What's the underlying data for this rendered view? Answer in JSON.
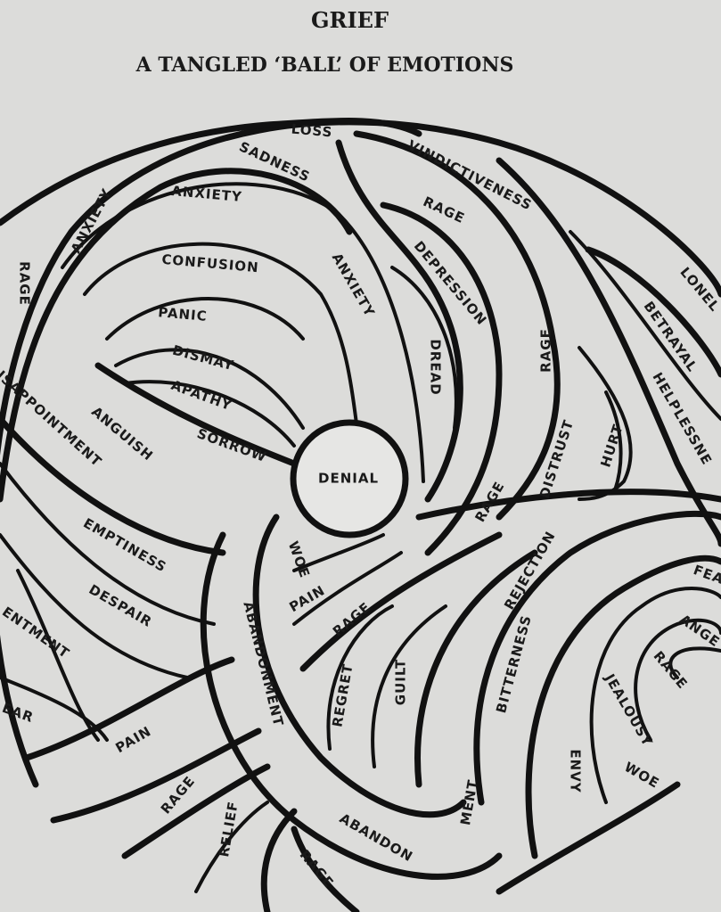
{
  "title": "GRIEF",
  "subtitle": "A TANGLED ‘BALL’ OF EMOTIONS",
  "labels": [
    "LOSS",
    "SADNESS",
    "VINDICTIVENESS",
    "ANXIETY",
    "ANXIETY",
    "RAGE",
    "RAGE",
    "CONFUSION",
    "ANXIETY",
    "DEPRESSION",
    "LONEL",
    "PANIC",
    "BETRAYAL",
    "DISMAY",
    "RAGE",
    "DREAD",
    "APATHY",
    "HELPLESSNE",
    "ISAPPOINTMENT",
    "ANGUISH",
    "SORROW",
    "DISTRUST",
    "HURT",
    "DENIAL",
    "RAGE",
    "EMPTINESS",
    "REJECTION",
    "WOE",
    "FEA",
    "PAIN",
    "DESPAIR",
    "ENTMENT",
    "ANGE",
    "RAGE",
    "ABANDONMENT",
    "RAGE",
    "BITTERNESS",
    "REGRET",
    "GUILT",
    "JEALOUSY",
    "EAR",
    "PAIN",
    "ENVY",
    "WOE",
    "MENT",
    "RAGE",
    "ABANDON",
    "RELIEF",
    "RAGE"
  ]
}
